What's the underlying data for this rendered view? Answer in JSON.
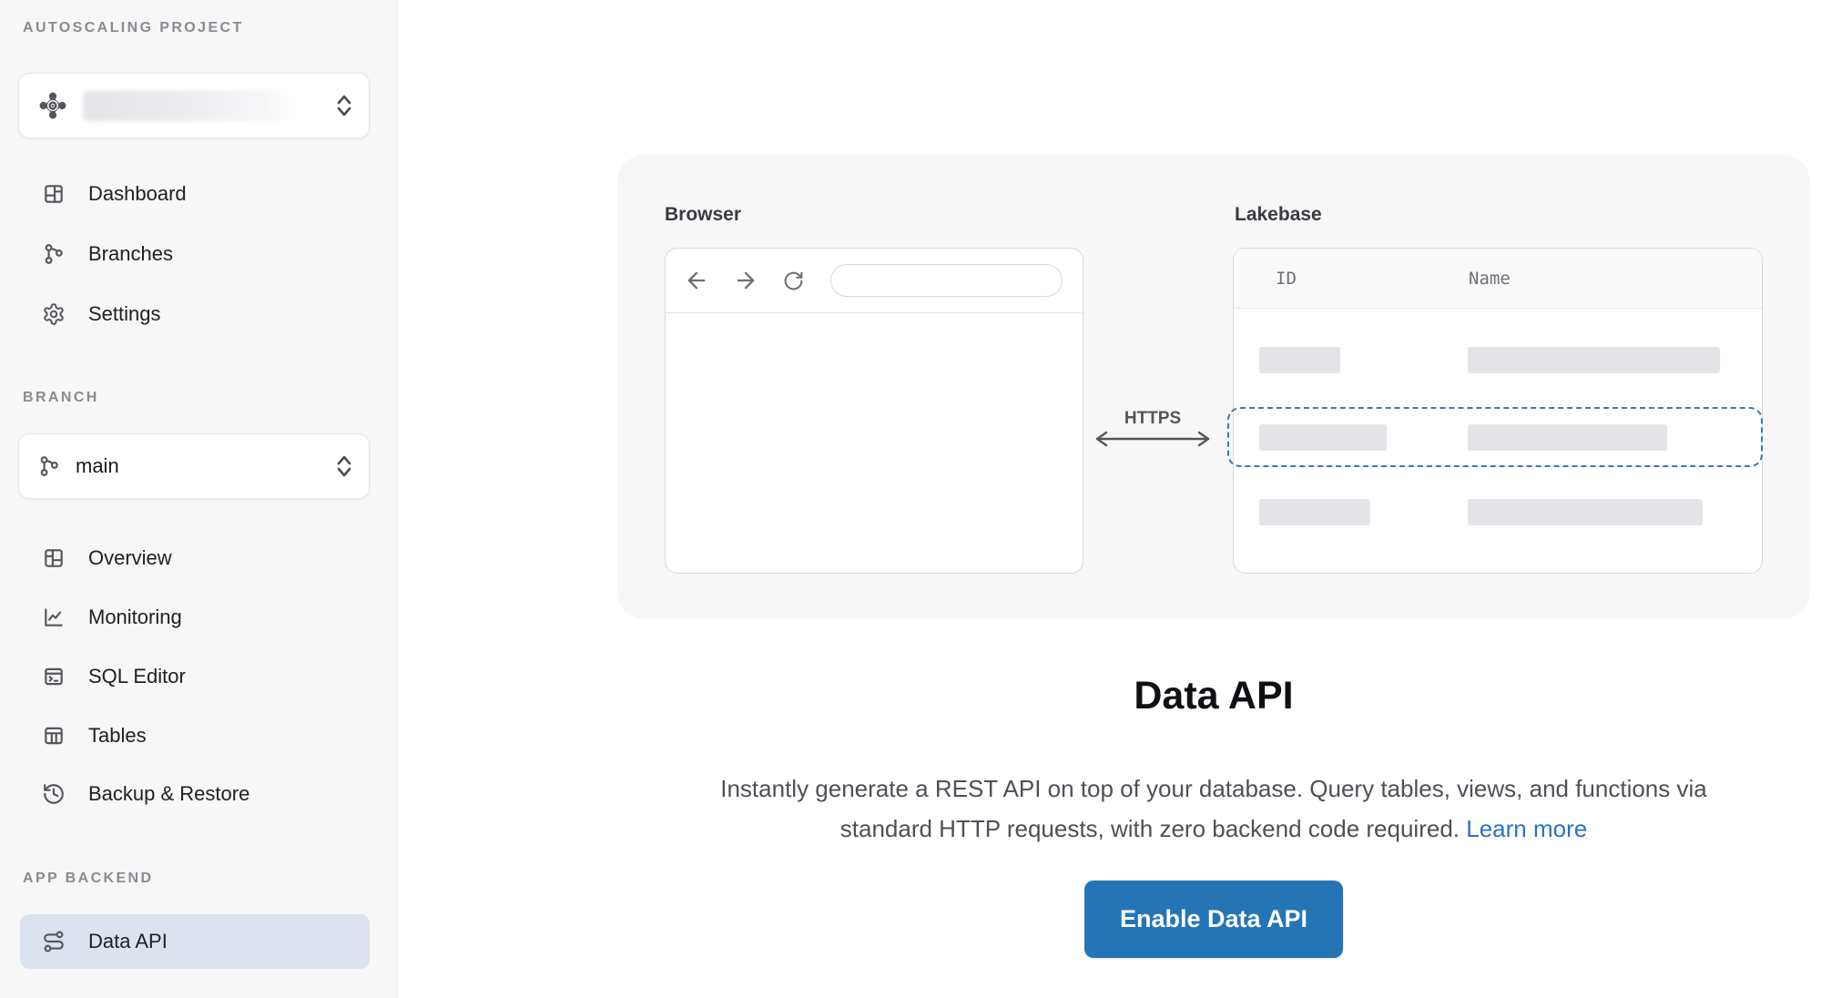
{
  "sidebar": {
    "sections": {
      "project": "AUTOSCALING PROJECT",
      "branch": "BRANCH",
      "app_backend": "APP BACKEND"
    },
    "project_selector": {
      "name_redacted": true
    },
    "branch_selector": {
      "value": "main"
    },
    "project_items": [
      {
        "label": "Dashboard"
      },
      {
        "label": "Branches"
      },
      {
        "label": "Settings"
      }
    ],
    "branch_items": [
      {
        "label": "Overview"
      },
      {
        "label": "Monitoring"
      },
      {
        "label": "SQL Editor"
      },
      {
        "label": "Tables"
      },
      {
        "label": "Backup & Restore"
      }
    ],
    "app_backend_items": [
      {
        "label": "Data API",
        "selected": true
      }
    ]
  },
  "illustration": {
    "browser_label": "Browser",
    "lakebase_label": "Lakebase",
    "https_label": "HTTPS",
    "table_columns": [
      "ID",
      "Name"
    ],
    "placeholder_rows": 3,
    "highlighted_row_index": 1,
    "url_field_value": ""
  },
  "content": {
    "title": "Data API",
    "description_line1": "Instantly generate a REST API on top of your database. Query tables, views, and functions via",
    "description_line2": "standard HTTP requests, with zero backend code required.",
    "learn_more_label": "Learn more",
    "enable_button_label": "Enable Data API"
  },
  "colors": {
    "accent_blue": "#2474b6",
    "link_blue": "#2a72c8",
    "dashed_highlight_blue": "#3678bd",
    "selected_item_bg": "#dce3ef",
    "sidebar_bg": "#f7f7f8",
    "placeholder_bar": "#e4e4e8"
  }
}
